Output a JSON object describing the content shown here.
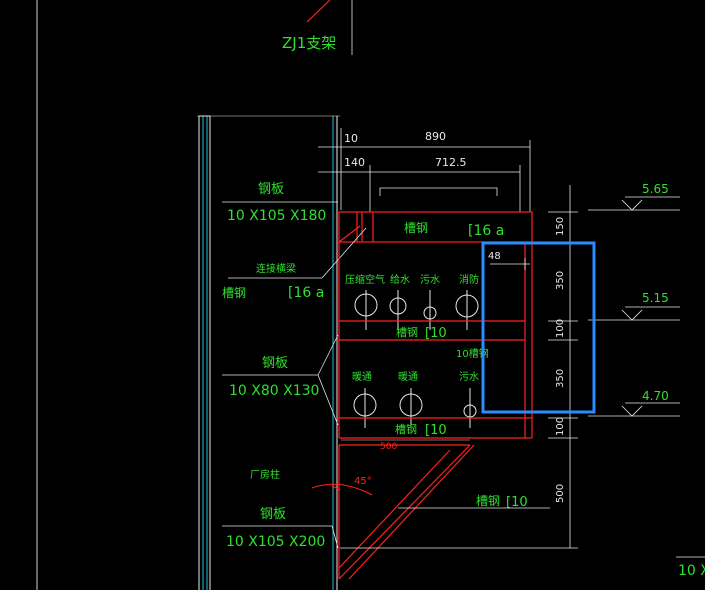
{
  "title": "ZJ1支架",
  "colors": {
    "background": "#000000",
    "red": "#ff2020",
    "green": "#2fe02f",
    "white": "#e8e8e8",
    "cyan": "#20c0e0",
    "blue_highlight": "#2a8cff"
  },
  "dimensions": {
    "d10": "10",
    "d890": "890",
    "d140": "140",
    "d7125": "712.5",
    "d48": "48",
    "d150": "150",
    "d350a": "350",
    "d100a": "100",
    "d350b": "350",
    "d100b": "100",
    "d500v": "500",
    "d500h": "500"
  },
  "elevations": [
    "5.65",
    "5.15",
    "4.70"
  ],
  "labels": {
    "plate1_name": "钢板",
    "plate1_size": "10 X105 X180",
    "channel_top": "槽钢",
    "channel_top_spec": "[16 a",
    "connect_beam": "连接横梁",
    "channel_left": "槽钢",
    "channel_left_spec": "[16 a",
    "pipe_air": "压缩空气",
    "pipe_water": "给水",
    "pipe_waste1": "污水",
    "pipe_fire": "消防",
    "channel_mid": "槽钢",
    "channel_mid_spec": "[10",
    "channel_10": "10槽钢",
    "plate2_name": "钢板",
    "plate2_size": "10 X80 X130",
    "pipe_heat1": "暖通",
    "pipe_heat2": "暖通",
    "pipe_waste2": "污水",
    "channel_bot": "槽钢",
    "channel_bot_spec": "[10",
    "column": "厂房柱",
    "angle": "45°",
    "channel_diag": "槽钢",
    "channel_diag_spec": "[10",
    "plate3_name": "钢板",
    "plate3_size": "10 X105 X200",
    "cut_off": "10 X"
  }
}
